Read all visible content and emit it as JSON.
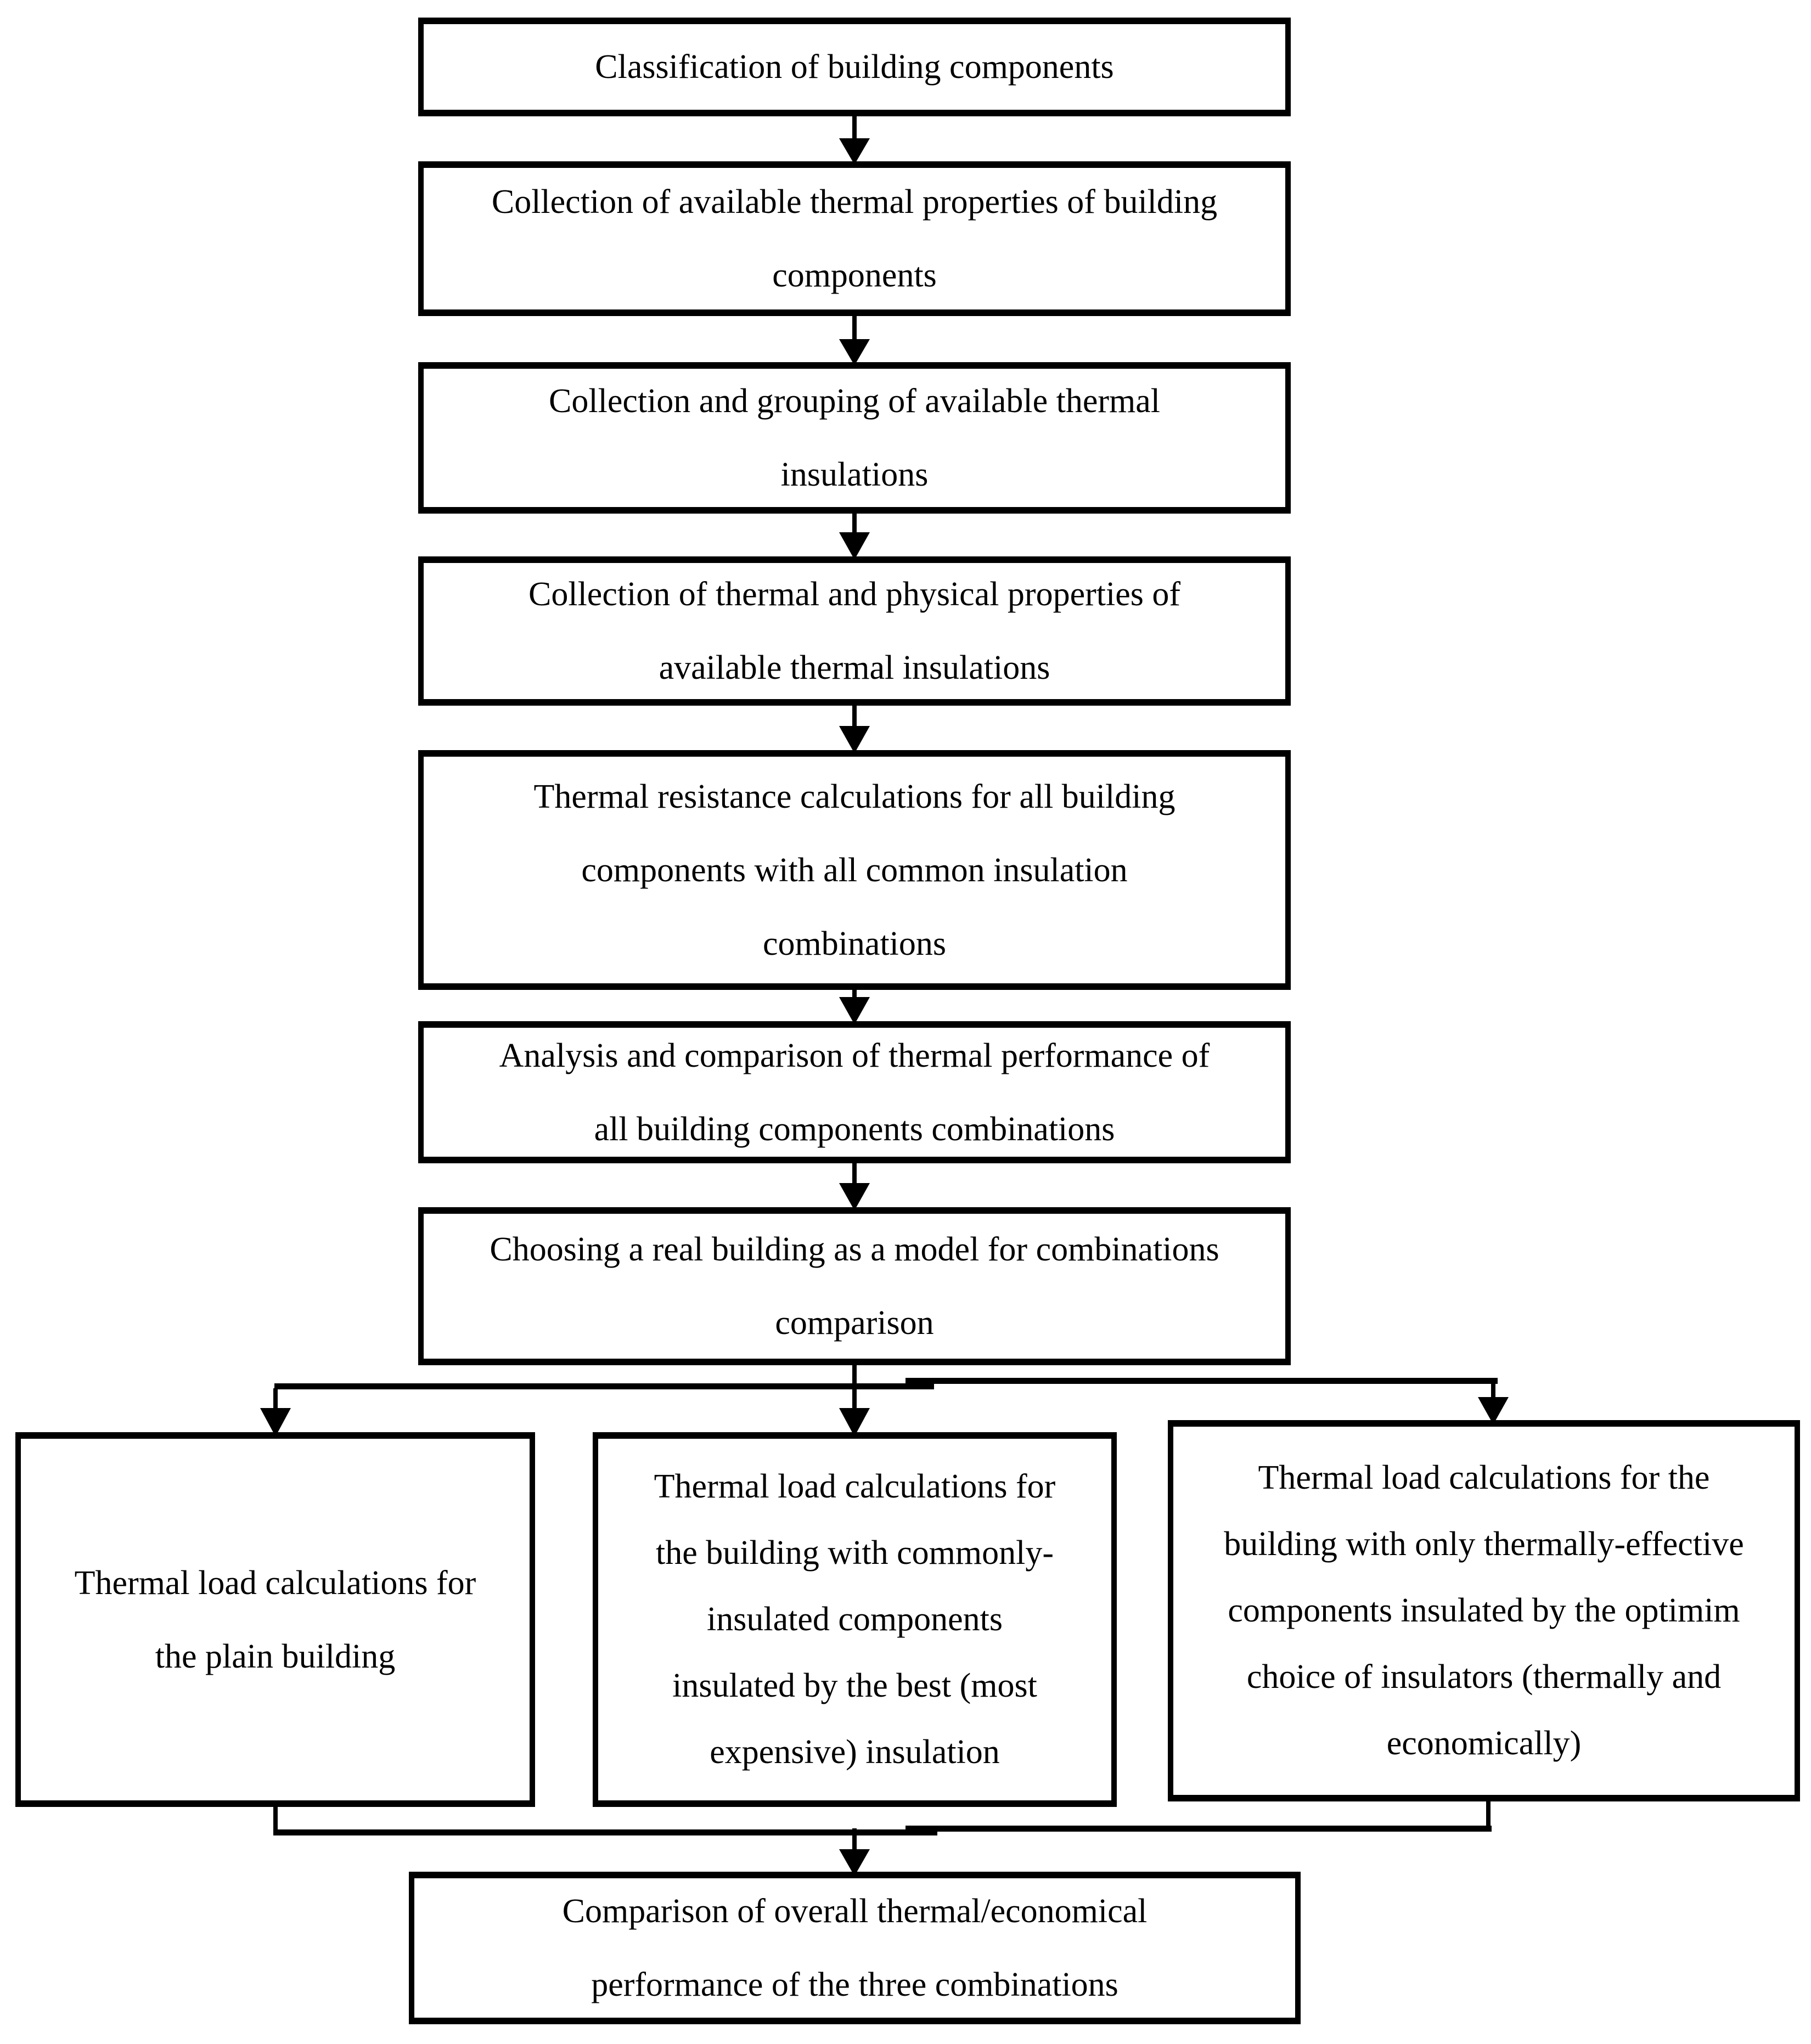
{
  "page": {
    "background_color": "#ffffff",
    "ink_color": "#000000"
  },
  "flow": {
    "steps": [
      {
        "id": "classification",
        "lines": [
          "Classification of building components"
        ]
      },
      {
        "id": "collect-component-properties",
        "lines": [
          "Collection of available thermal properties of building",
          "components"
        ]
      },
      {
        "id": "collect-insulations",
        "lines": [
          "Collection and grouping of available thermal",
          "insulations"
        ]
      },
      {
        "id": "collect-insulation-properties",
        "lines": [
          "Collection of thermal and physical properties of",
          "available thermal insulations"
        ]
      },
      {
        "id": "thermal-resistance-calculations",
        "lines": [
          "Thermal resistance calculations for all building",
          "components with all common insulation",
          "combinations"
        ]
      },
      {
        "id": "analysis-comparison",
        "lines": [
          "Analysis and comparison of thermal performance of",
          "all building components combinations"
        ]
      },
      {
        "id": "choose-model-building",
        "lines": [
          "Choosing a real building as a model for combinations",
          "comparison"
        ]
      },
      {
        "id": "plain-building",
        "lines": [
          "Thermal load calculations for",
          "the plain building"
        ]
      },
      {
        "id": "commonly-insulated-building",
        "lines": [
          "Thermal load calculations for",
          "the building with commonly-",
          "insulated components",
          "insulated by the best (most",
          "expensive) insulation"
        ]
      },
      {
        "id": "thermally-effective-building",
        "lines": [
          "Thermal load calculations for the",
          "building with only thermally-effective",
          "components insulated by the optimim",
          "choice of insulators (thermally and",
          "economically)"
        ]
      },
      {
        "id": "final-comparison",
        "lines": [
          "Comparison of overall thermal/economical",
          "performance of the three combinations"
        ]
      }
    ]
  }
}
